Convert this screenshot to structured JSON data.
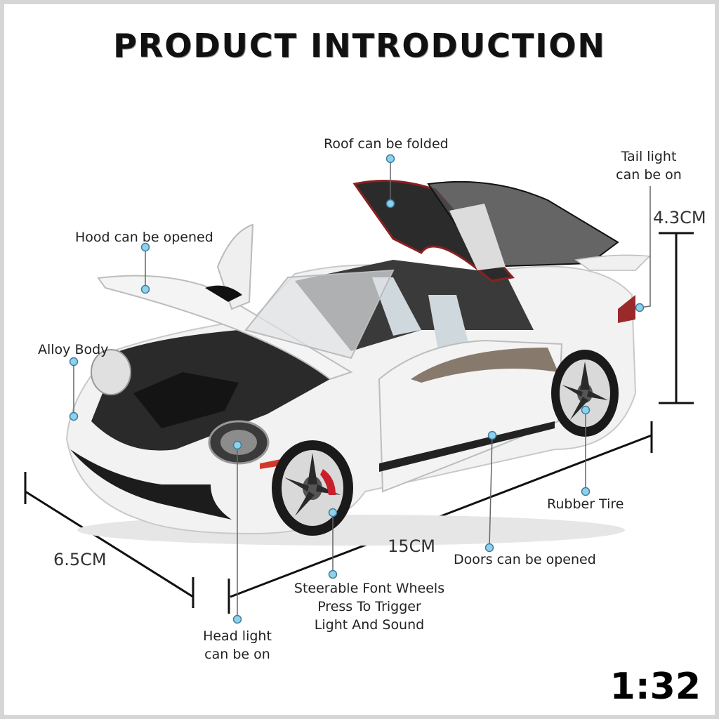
{
  "title": "PRODUCT INTRODUCTION",
  "scale": "1:32",
  "labels": {
    "roof": "Roof can be folded",
    "tail_light_1": "Tail light",
    "tail_light_2": "can be on",
    "hood": "Hood can be opened",
    "alloy_body": "Alloy Body",
    "rubber_tire": "Rubber Tire",
    "doors": "Doors can be opened",
    "wheels_1": "Steerable Font Wheels",
    "wheels_2": "Press To Trigger",
    "wheels_3": "Light And Sound",
    "head_light_1": "Head light",
    "head_light_2": "can be on"
  },
  "dimensions": {
    "height": "4.3CM",
    "length": "15CM",
    "width": "6.5CM"
  },
  "colors": {
    "car_body": "#f2f2f2",
    "dot": "#8fd0ea",
    "brake": "#c8202a"
  }
}
